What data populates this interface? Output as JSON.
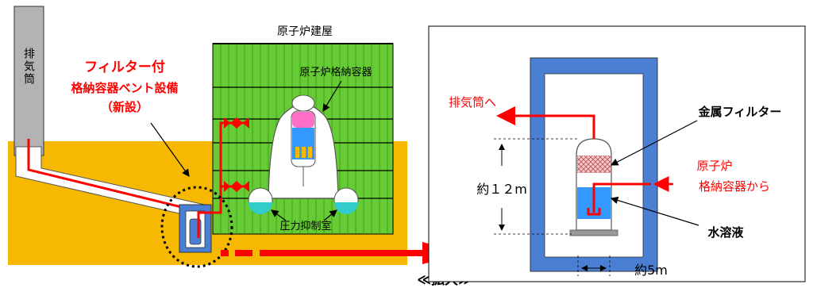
{
  "left_panel": {
    "stack_label": "排気筒",
    "filter_vent_title_line1": "フィルター付",
    "filter_vent_title_line2": "格納容器ベント設備",
    "filter_vent_new_tag": "（新設）",
    "reactor_building_label": "原子炉建屋",
    "containment_label": "原子炉格納容器",
    "suppression_chamber_label": "圧力抑制室"
  },
  "enlarge_label": "≪拡大≫",
  "right_panel": {
    "to_stack_label": "排気筒へ",
    "metal_filter_label": "金属フィルター",
    "from_containment_line1": "原子炉",
    "from_containment_line2": "格納容器から",
    "height_label": "約１２m",
    "solution_label": "水溶液",
    "width_label": "約5m"
  },
  "colors": {
    "ground": "#f6b800",
    "building": "#66cc33",
    "vent_line": "#ff0000",
    "label_red": "#ff0000",
    "housing_blue": "#4a7fd4",
    "water": "#3399ff"
  }
}
